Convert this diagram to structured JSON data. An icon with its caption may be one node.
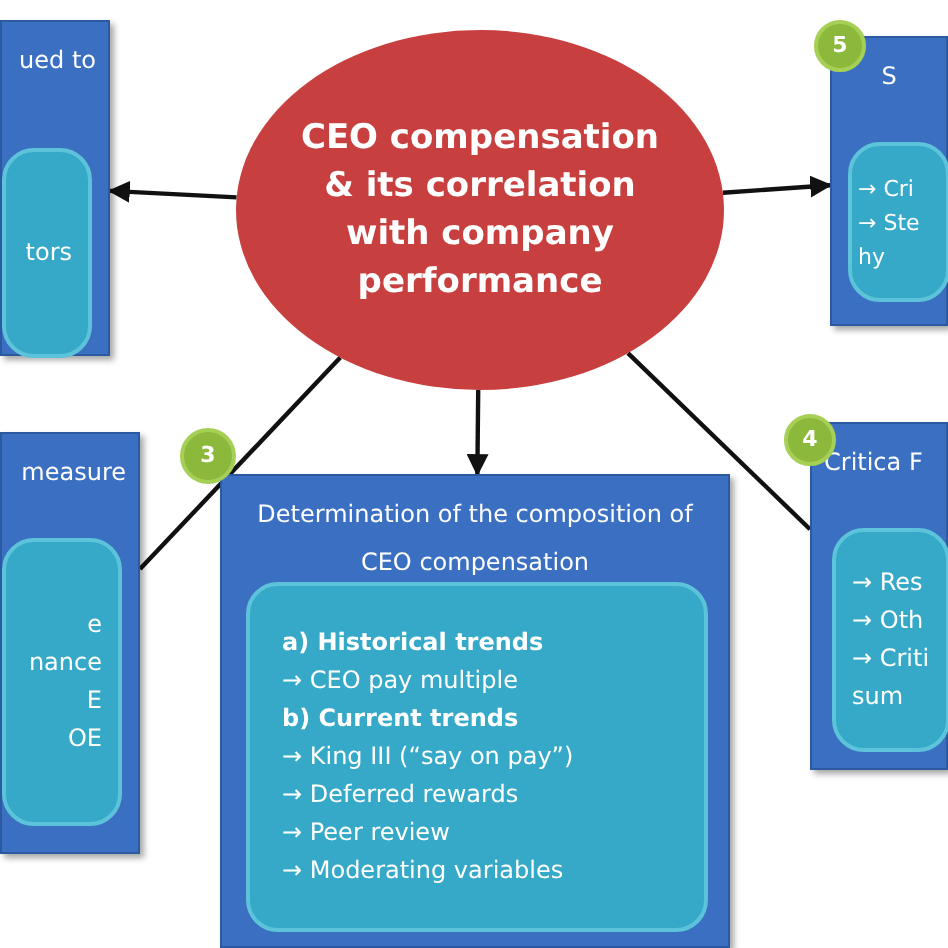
{
  "diagram": {
    "nodes": [
      {
        "text": [
          "CEO compensation & its correlation with company performance"
        ]
      },
      {
        "text": [
          "ued to",
          "tors"
        ]
      },
      {
        "text": [
          "5"
        ]
      },
      {
        "text": [
          "S",
          "→ Cri",
          "→ Ste hy"
        ]
      },
      {
        "text": [
          "measure",
          "e",
          "nance",
          "E",
          "OE"
        ]
      },
      {
        "text": [
          "3"
        ]
      },
      {
        "text": [
          "Determination of the composition of CEO compensation",
          "**a) Historical trends**",
          "→ CEO pay multiple",
          "**b) Current trends**",
          "→ King III (“say on pay”)",
          "→ Deferred rewards",
          "→ Peer review",
          "→ Moderating variables"
        ]
      },
      {
        "text": [
          "4"
        ]
      },
      {
        "text": [
          "Critica F",
          "→ Res",
          "→ Oth",
          "→ Criti sum"
        ]
      }
    ],
    "edges": [
      {
        "from": 0,
        "to": 1,
        "arrow": "to"
      },
      {
        "from": 0,
        "to": 3,
        "arrow": "to"
      },
      {
        "from": 0,
        "to": 4,
        "arrow": "none"
      },
      {
        "from": 0,
        "to": 6,
        "arrow": "to"
      },
      {
        "from": 0,
        "to": 8,
        "arrow": "none"
      }
    ]
  }
}
